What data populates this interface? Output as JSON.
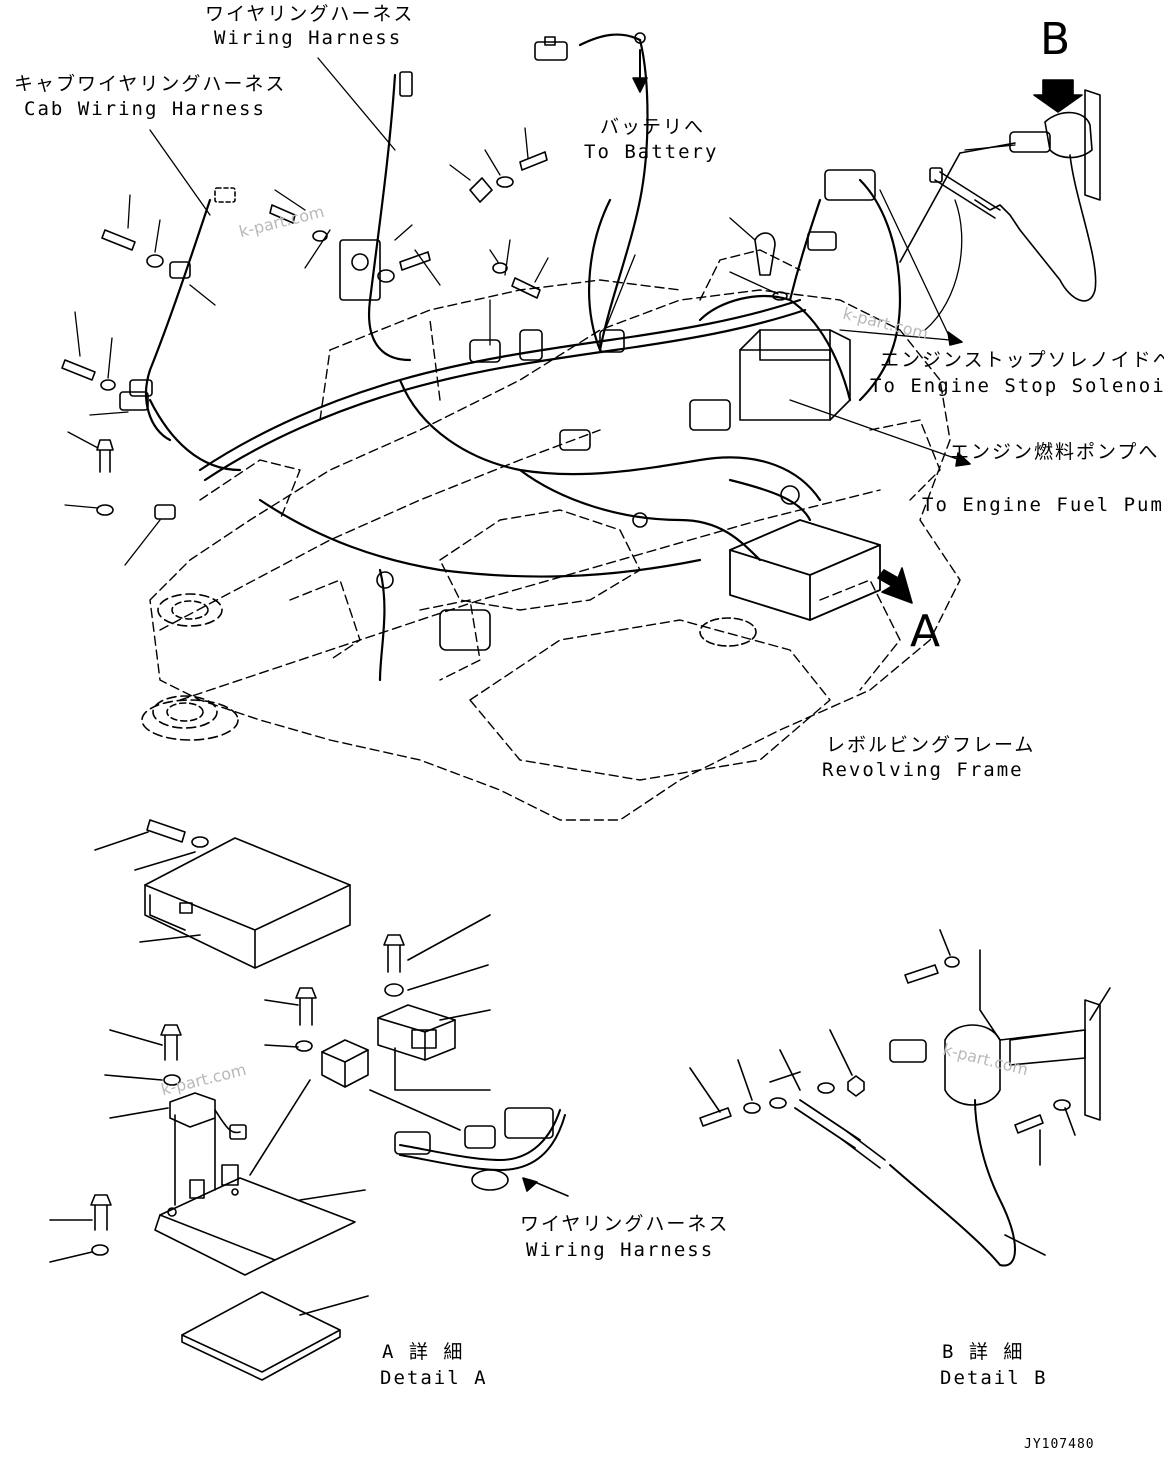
{
  "labels": {
    "wiring_harness_top_ja": "ワイヤリングハーネス",
    "wiring_harness_top_en": "Wiring Harness",
    "cab_harness_ja": "キャブワイヤリングハーネス",
    "cab_harness_en": "Cab Wiring Harness",
    "battery_ja": "バッテリへ",
    "battery_en": "To Battery",
    "stop_solenoid_ja": "エンジンストップソレノイドへ",
    "stop_solenoid_en": "To Engine Stop Solenoid",
    "fuel_pump_ja": "エンジン燃料ポンプへ",
    "fuel_pump_en": "To Engine Fuel Pump",
    "revolving_frame_ja": "レボルビングフレーム",
    "revolving_frame_en": "Revolving Frame",
    "wiring_harness_bottom_ja": "ワイヤリングハーネス",
    "wiring_harness_bottom_en": "Wiring Harness",
    "detail_a_ja": "A 詳 細",
    "detail_a_en": "Detail A",
    "detail_b_ja": "B 詳 細",
    "detail_b_en": "Detail B",
    "view_a": "A",
    "view_b": "B",
    "drawing_code": "JY107480"
  },
  "watermark": "k-part.com",
  "colors": {
    "line": "#000000",
    "watermark": "#b8b8b8",
    "background": "#ffffff"
  }
}
